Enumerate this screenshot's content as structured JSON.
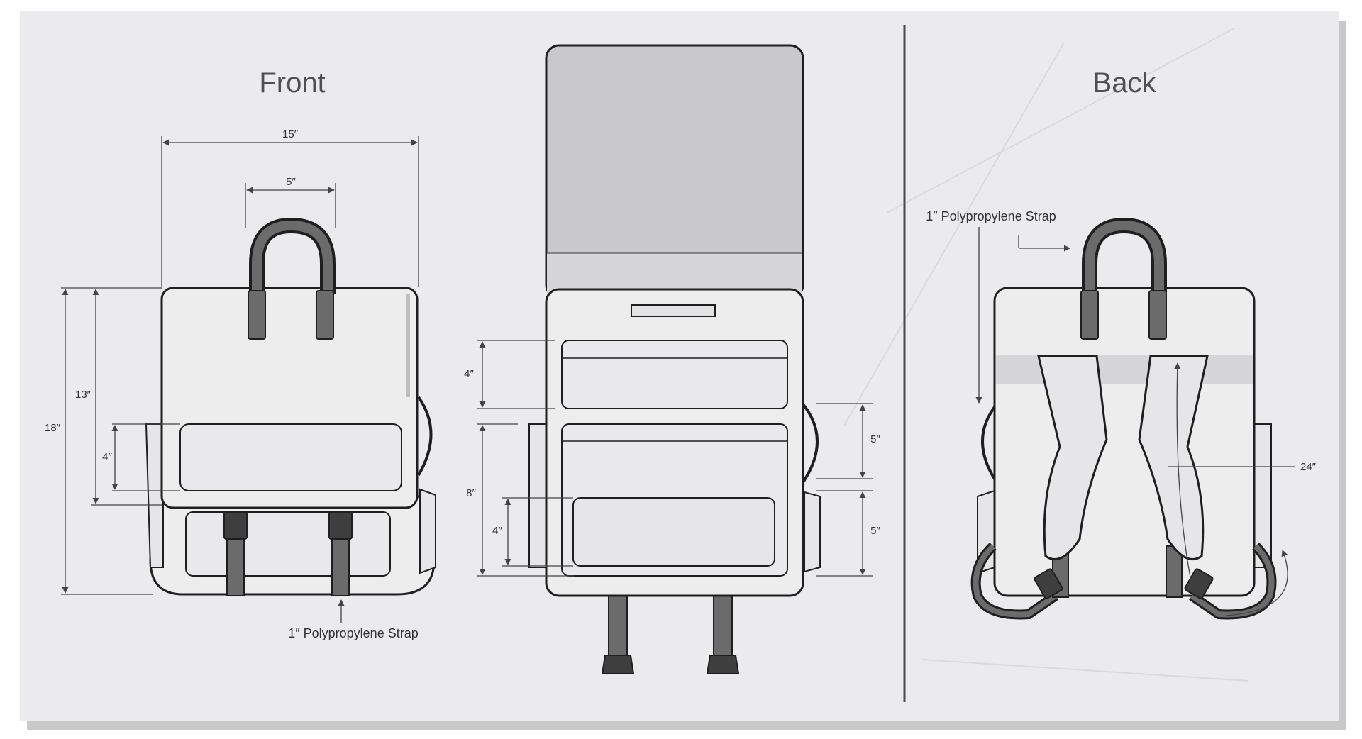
{
  "titles": {
    "front": "Front",
    "back": "Back"
  },
  "front": {
    "width_total": "15″",
    "handle_span": "5″",
    "height_total": "18″",
    "body_height": "13″",
    "pocket_height": "4″",
    "strap_label": "1″ Polypropylene Strap"
  },
  "open": {
    "top_pocket": "4″",
    "lower_section": "8″",
    "small_pocket": "4″",
    "side_upper": "5″",
    "side_lower": "5″"
  },
  "back": {
    "strap_label": "1″ Polypropylene Strap",
    "strap_length": "24″"
  },
  "colors": {
    "board": "#ebebed",
    "outline": "#1f1f1f",
    "strap_gray": "#6b6b6b",
    "shade_gray": "#cfcfd1",
    "panel_gray": "#c9c9cb",
    "dim_line": "#444444"
  }
}
